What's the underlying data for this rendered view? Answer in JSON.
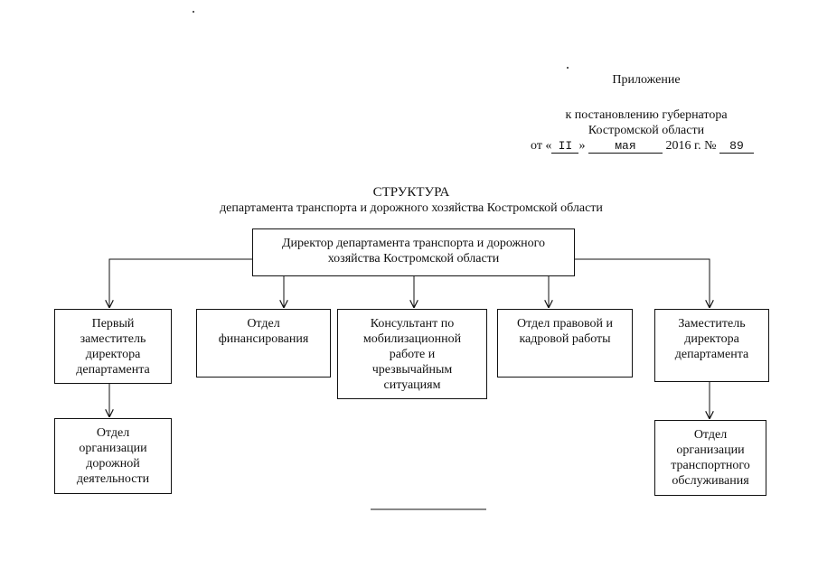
{
  "header": {
    "appendix": "Приложение",
    "line1": "к постановлению губернатора",
    "line2": "Костромской области",
    "date_prefix": "от «",
    "day": "II",
    "date_mid": "»",
    "month": "мая",
    "year_part": "2016 г. №",
    "number": "89"
  },
  "title": {
    "main": "СТРУКТУРА",
    "sub": "департамента транспорта и дорожного хозяйства Костромской области"
  },
  "diagram": {
    "director": "Директор департамента транспорта и дорожного хозяйства Костромской области",
    "first_deputy": "Первый заместитель директора департамента",
    "finance": "Отдел финансирования",
    "consultant": "Консультант по мобилизационной работе и чрезвычайным ситуациям",
    "legal": "Отдел правовой и кадровой работы",
    "deputy": "Заместитель директора департамента",
    "road_dept": "Отдел организации дорожной деятельности",
    "transport_dept": "Отдел организации транспортного обслуживания"
  },
  "colors": {
    "ink": "#111111",
    "background": "#ffffff"
  }
}
